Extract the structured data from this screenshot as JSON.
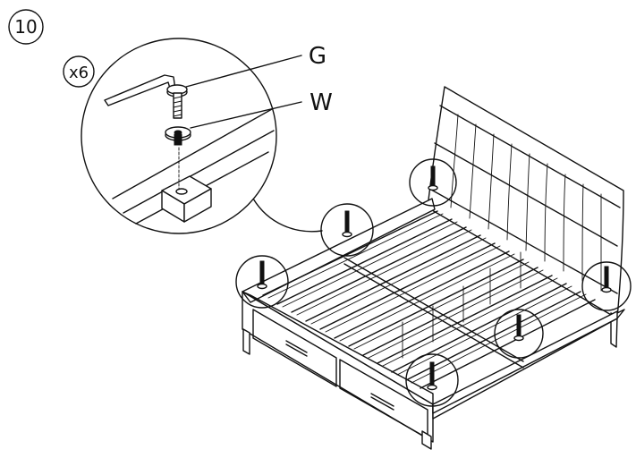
{
  "step": {
    "number": "10"
  },
  "callout": {
    "quantity": "x6",
    "parts": [
      {
        "letter": "G",
        "description": "bolt"
      },
      {
        "letter": "W",
        "description": "washer"
      }
    ]
  },
  "icons": [
    "allen-key-icon",
    "bolt-icon",
    "washer-icon"
  ],
  "colors": {
    "line": "#111111",
    "background": "#ffffff"
  }
}
